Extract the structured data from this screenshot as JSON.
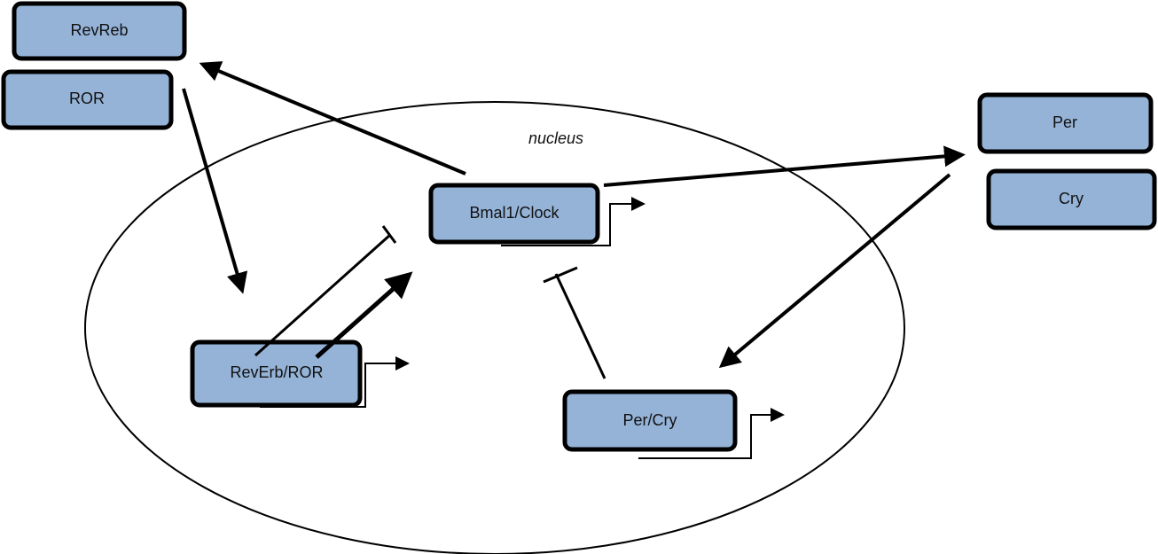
{
  "nodes": {
    "revreb": "RevReb",
    "ror": "ROR",
    "per": "Per",
    "cry": "Cry",
    "bmal1_clock": "Bmal1/Clock",
    "reverb_ror": "RevErb/ROR",
    "per_cry": "Per/Cry"
  },
  "compartment_label": "nucleus",
  "colors": {
    "box_fill": "#95b3d7",
    "stroke": "#000000"
  }
}
